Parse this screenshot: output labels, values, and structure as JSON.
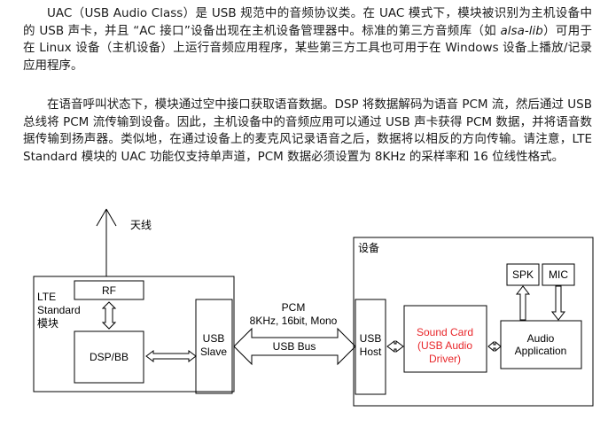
{
  "paragraphs": {
    "p1_before_italic": "UAC（USB Audio Class）是 USB 规范中的音频协议类。在 UAC 模式下，模块被识别为主机设备中的 USB 声卡，并且 “AC 接口”设备出现在主机设备管理器中。标准的第三方音频库（如 ",
    "p1_italic": "alsa-lib",
    "p1_after_italic": "）可用于在 Linux 设备（主机设备）上运行音频应用程序，某些第三方工具也可用于在 Windows 设备上播放/记录应用程序。",
    "p2": "在语音呼叫状态下，模块通过空中接口获取语音数据。DSP 将数据解码为语音 PCM 流，然后通过 USB 总线将 PCM 流传输到设备。因此，主机设备中的音频应用可以通过 USB 声卡获得 PCM 数据，并将语音数据传输到扬声器。类似地，在通过设备上的麦克风记录语音之后，数据将以相反的方向传输。请注意，LTE Standard 模块的 UAC 功能仅支持单声道，PCM 数据必须设置为 8KHz 的采样率和 16 位线性格式。"
  },
  "diagram": {
    "antenna_label": "天线",
    "module_label_line1": "LTE",
    "module_label_line2": "Standard",
    "module_label_line3": "模块",
    "rf_label": "RF",
    "dspbb_label": "DSP/BB",
    "usb_slave_line1": "USB",
    "usb_slave_line2": "Slave",
    "pcm_label": "PCM",
    "pcm_format_label": "8KHz, 16bit, Mono",
    "usb_bus_label": "USB Bus",
    "device_label": "设备",
    "usb_host_line1": "USB",
    "usb_host_line2": "Host",
    "sound_card_line1": "Sound Card",
    "sound_card_line2": "(USB Audio",
    "sound_card_line3": "Driver)",
    "audio_app_line1": "Audio",
    "audio_app_line2": "Application",
    "spk_label": "SPK",
    "mic_label": "MIC",
    "sound_card_color": "#e8262a"
  }
}
